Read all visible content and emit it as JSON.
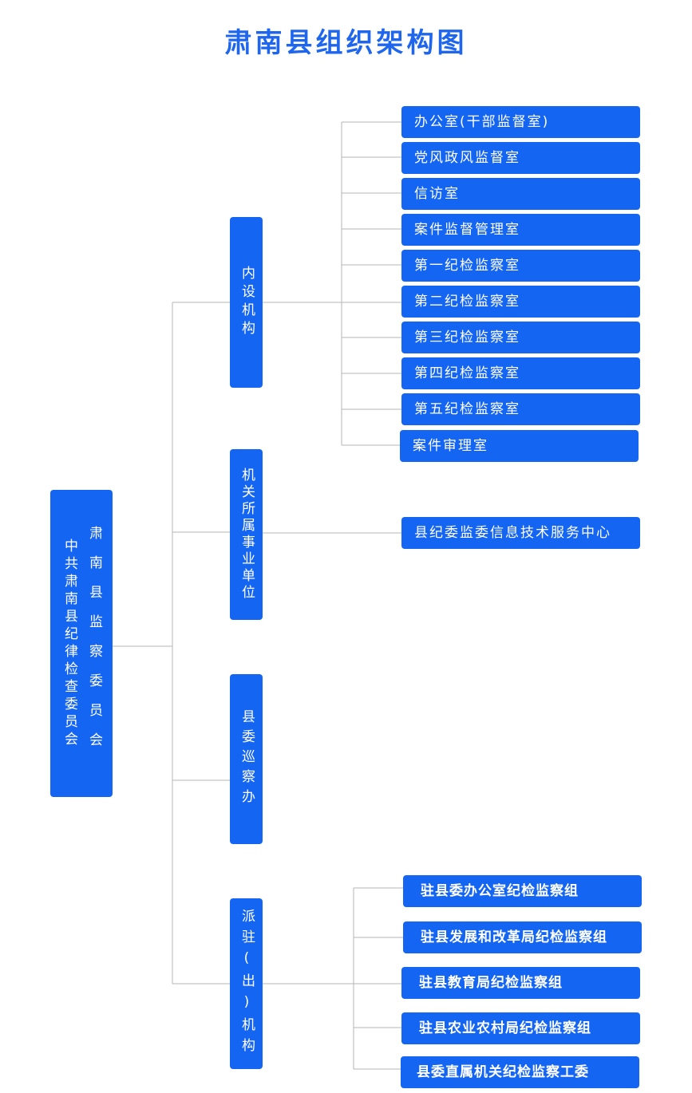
{
  "title": "肃南县组织架构图",
  "root": {
    "label_right": "肃南县监察委员会",
    "label_left": "中共肃南县纪律检查委员会"
  },
  "branches": [
    {
      "label": "内设机构",
      "children": [
        "办公室(干部监督室)",
        "党风政风监督室",
        "信访室",
        "案件监督管理室",
        "第一纪检监察室",
        "第二纪检监察室",
        "第三纪检监察室",
        "第四纪检监察室",
        "第五纪检监察室",
        "案件审理室"
      ]
    },
    {
      "label": "机关所属事业单位",
      "children": [
        "县纪委监委信息技术服务中心"
      ]
    },
    {
      "label": "县委巡察办",
      "children": []
    },
    {
      "label": "派驻(出)机构",
      "children": [
        "驻县委办公室纪检监察组",
        "驻县发展和改革局纪检监察组",
        "驻县教育局纪检监察组",
        "驻县农业农村局纪检监察组",
        "县委直属机关纪检监察工委"
      ]
    }
  ],
  "colors": {
    "box": "#1565f3",
    "title": "#1f66ee",
    "line": "#b5b5b5"
  }
}
